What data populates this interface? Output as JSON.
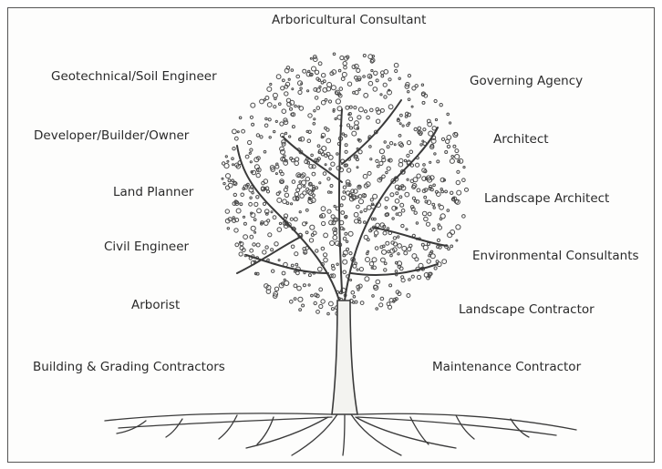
{
  "title": "Arboricultural Consultant",
  "left_roles": [
    "Geotechnical/Soil Engineer",
    "Developer/Builder/Owner",
    "Land Planner",
    "Civil Engineer",
    "Arborist",
    "Building & Grading Contractors"
  ],
  "right_roles": [
    "Governing Agency",
    "Architect",
    "Landscape Architect",
    "Environmental Consultants",
    "Landscape Contractor",
    "Maintenance Contractor"
  ],
  "colors": {
    "ink": "#2a2a2a",
    "foliage": "#4a4a4a",
    "trunk": "#3a3a3a"
  }
}
